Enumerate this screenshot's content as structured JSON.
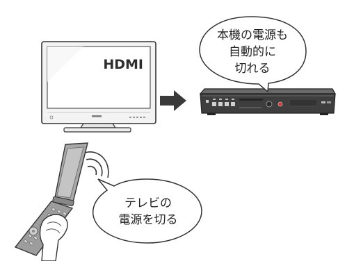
{
  "tv": {
    "screen_label": "HDMI"
  },
  "bubble_recorder": {
    "lines": [
      "本機の電源も",
      "自動的に",
      "切れる"
    ]
  },
  "bubble_remote": {
    "lines": [
      "テレビの",
      "電源を切る"
    ]
  },
  "colors": {
    "outline": "#333333",
    "tv_bezel": "#f2f2f2",
    "tv_screen": "#ffffff",
    "recorder_body": "#4a4a4a",
    "recorder_panel": "#2f2f2f",
    "remote_body": "#9a9a9a",
    "remote_keys": "#dddddd",
    "arrow": "#3a3a3a"
  }
}
